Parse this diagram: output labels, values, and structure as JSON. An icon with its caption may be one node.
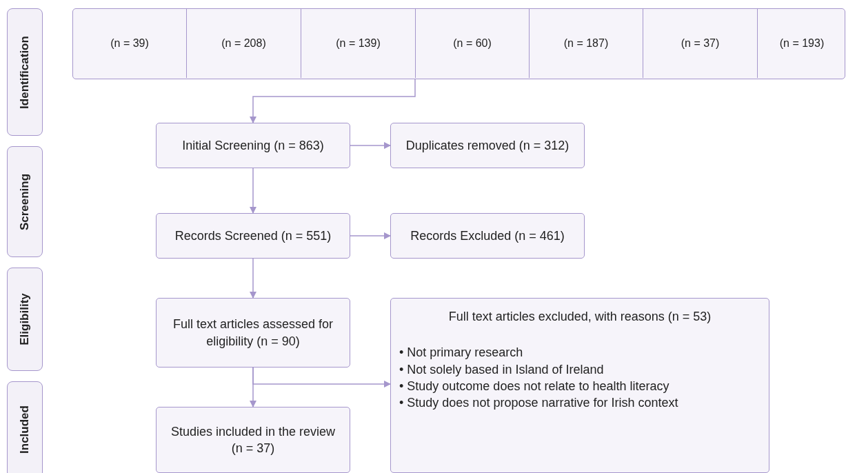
{
  "diagram": {
    "nodes": [
      {
        "text": [
          "Identification"
        ]
      },
      {
        "text": [
          "Screening"
        ]
      },
      {
        "text": [
          "Eligibility"
        ]
      },
      {
        "text": [
          "Included"
        ]
      },
      {
        "text": [],
        "shape": "box"
      },
      {
        "text": [
          "(n = 39)"
        ],
        "in": 4
      },
      {
        "text": [
          "(n = 208)"
        ],
        "in": 4
      },
      {
        "text": [
          "(n = 139)"
        ],
        "in": 4
      },
      {
        "text": [
          "(n = 60)"
        ],
        "in": 4
      },
      {
        "text": [
          "(n = 187)"
        ],
        "in": 4
      },
      {
        "text": [
          "(n = 37)"
        ],
        "in": 4
      },
      {
        "text": [
          "(n = 193)"
        ],
        "in": 4
      },
      {
        "text": [
          "Initial Screening (n = 863)"
        ]
      },
      {
        "text": [
          "Duplicates removed (n = 312)"
        ]
      },
      {
        "text": [
          "Records Screened (n = 551)"
        ]
      },
      {
        "text": [
          "Records Excluded (n = 461)"
        ]
      },
      {
        "text": [
          "Full text articles assessed for eligibility (n = 90)"
        ]
      },
      {
        "text": [
          "Full text articles excluded, with reasons (n = 53)",
          "• Not primary research",
          "• Not solely based in Island of Ireland",
          "• Study outcome does not relate to health literacy",
          "• Study does not propose narrative for Irish context"
        ]
      },
      {
        "text": [
          "Studies included in the review (n = 37)"
        ]
      }
    ],
    "edges": [
      {
        "from": 4,
        "to": 12,
        "arrow": "to"
      },
      {
        "from": 12,
        "to": 13,
        "arrow": "to"
      },
      {
        "from": 12,
        "to": 14,
        "arrow": "to"
      },
      {
        "from": 14,
        "to": 15,
        "arrow": "to"
      },
      {
        "from": 14,
        "to": 16,
        "arrow": "to"
      },
      {
        "from": 16,
        "to": 18,
        "arrow": "to"
      },
      {
        "from": 16,
        "to": 17,
        "arrow": "to"
      }
    ]
  }
}
